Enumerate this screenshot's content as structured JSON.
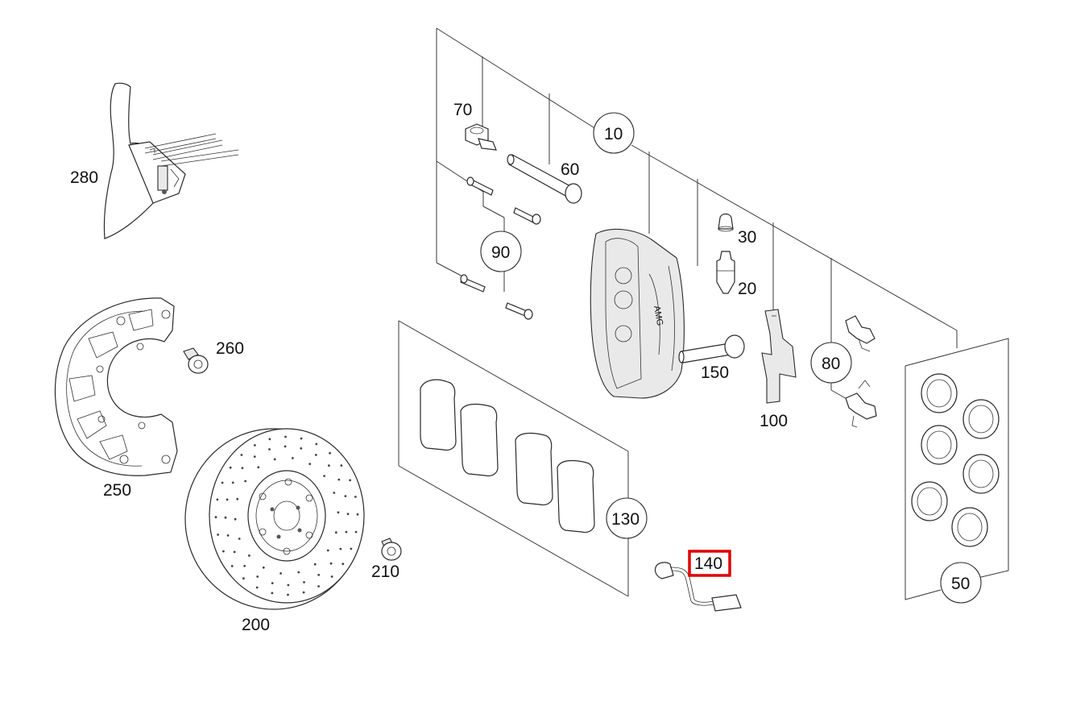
{
  "labels": {
    "l10": "10",
    "l20": "20",
    "l30": "30",
    "l50": "50",
    "l60": "60",
    "l70": "70",
    "l80": "80",
    "l90": "90",
    "l100": "100",
    "l130": "130",
    "l140": "140",
    "l150": "150",
    "l200": "200",
    "l210": "210",
    "l250": "250",
    "l260": "260",
    "l280": "280"
  },
  "highlight": {
    "part": "140",
    "color": "#e00000"
  },
  "colors": {
    "line": "#3a3a3a",
    "fill": "#e9e9e9",
    "text": "#111111"
  }
}
